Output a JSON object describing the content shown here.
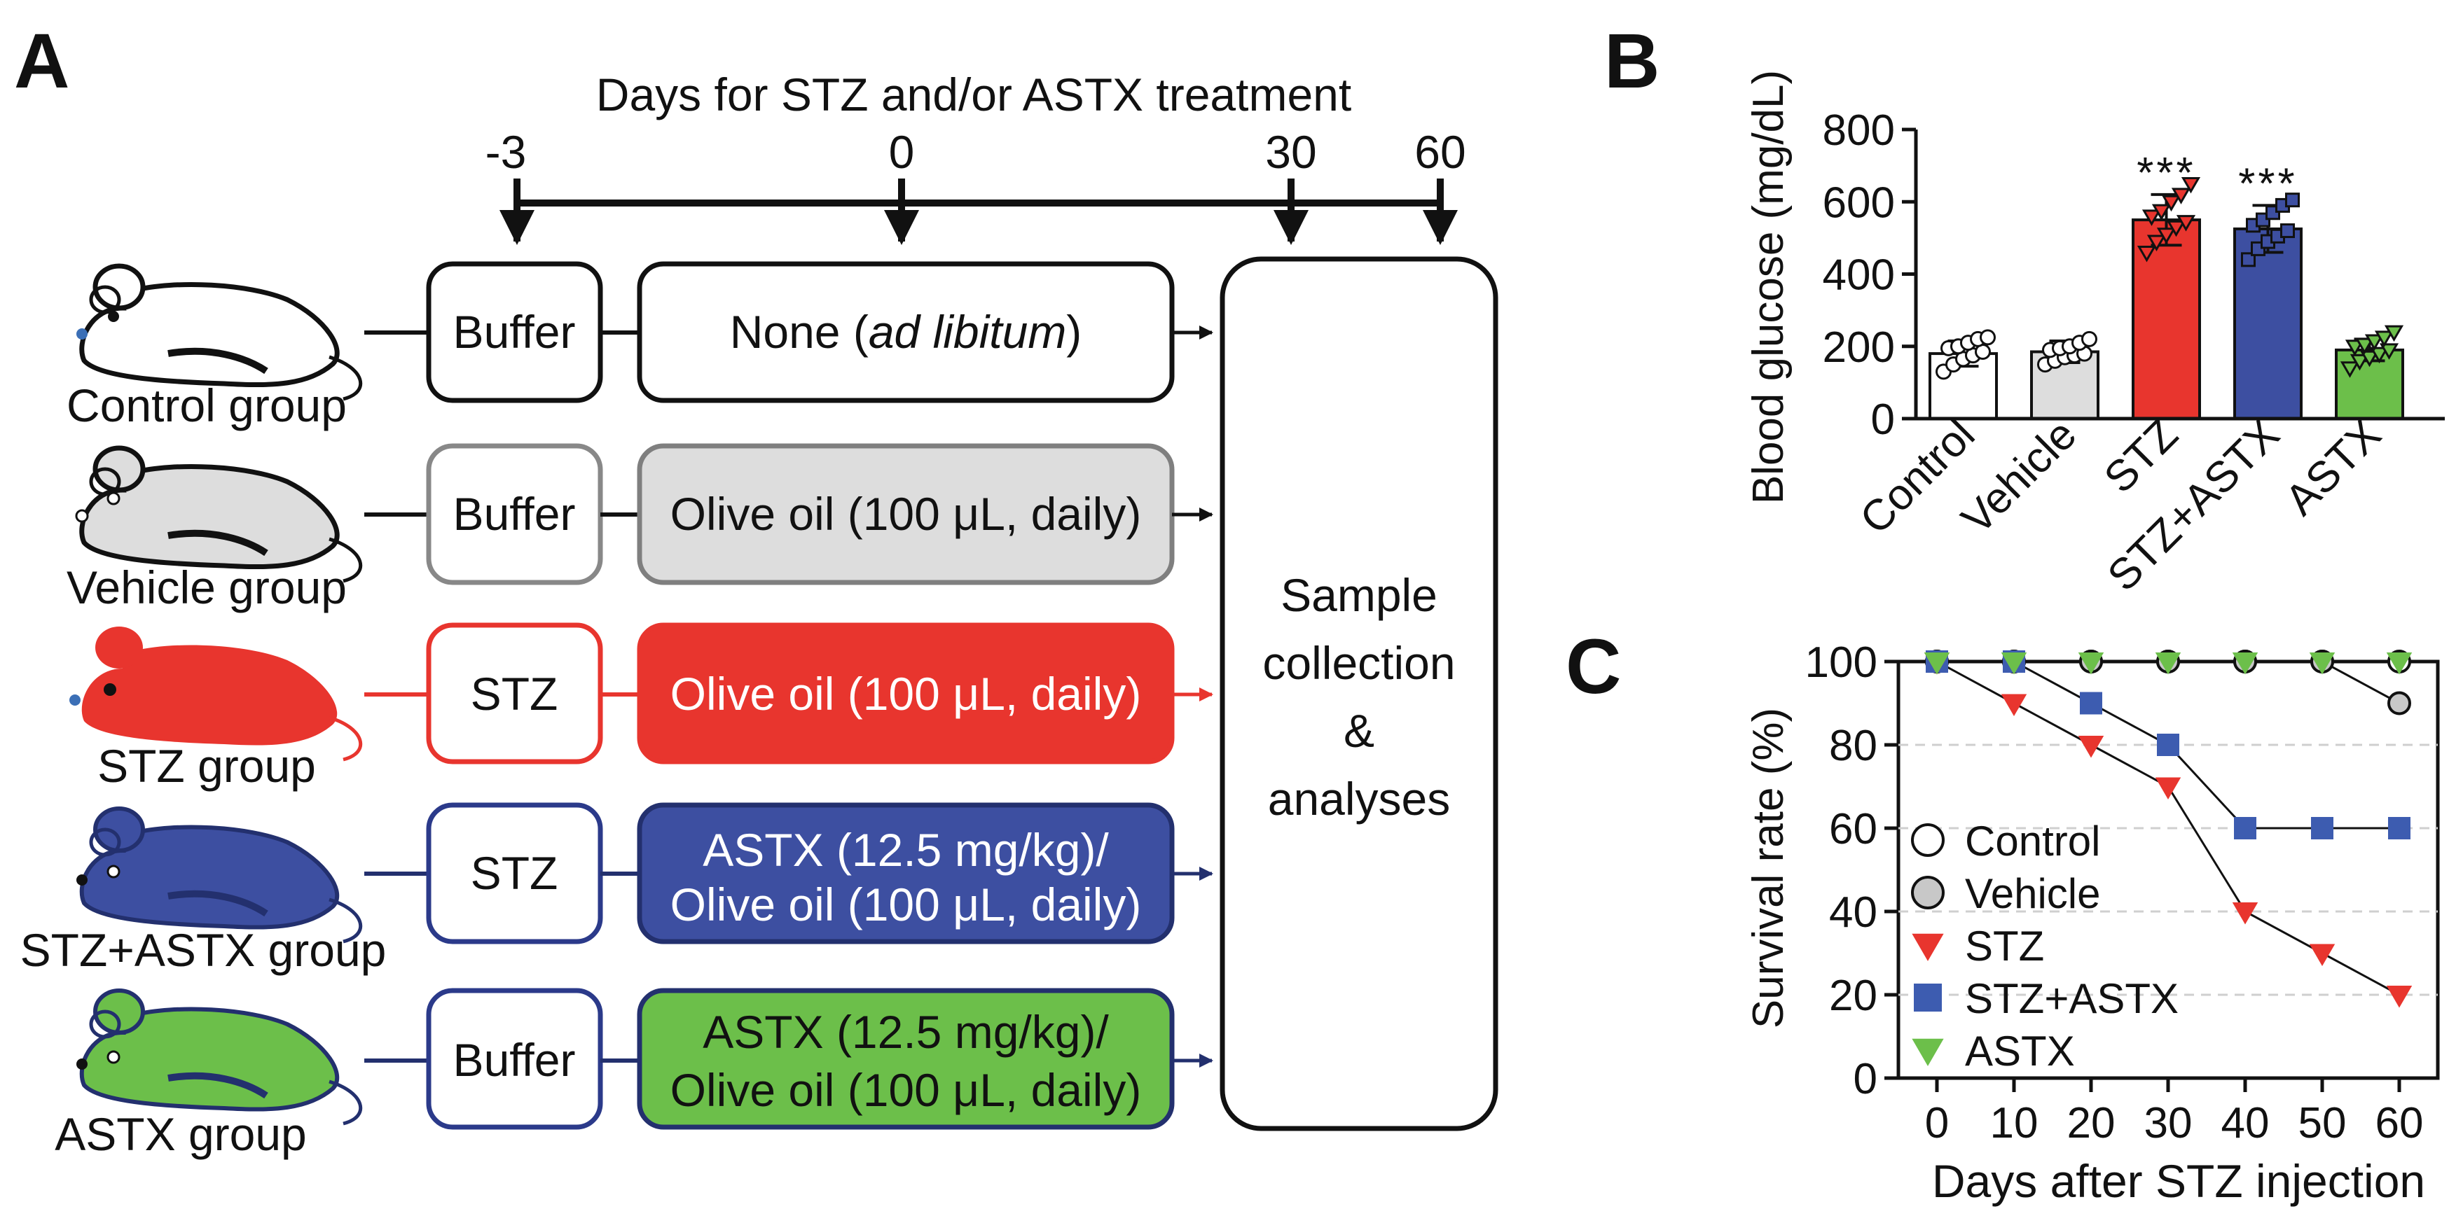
{
  "panels": {
    "a": "A",
    "b": "B",
    "c": "C"
  },
  "timeline": {
    "title": "Days for STZ and/or ASTX treatment",
    "ticks": [
      "-3",
      "0",
      "30",
      "60"
    ]
  },
  "groups": [
    {
      "label": "Control group",
      "pretreat": "Buffer",
      "treat_pre": "None (",
      "treat_em": "ad libitum",
      "treat_post": ")",
      "color": "#ffffff",
      "edge": "#111111",
      "pre_edge": "#111111",
      "mouse": "#ffffff"
    },
    {
      "label": "Vehicle group",
      "pretreat": "Buffer",
      "treat": "Olive oil (100 μL, daily)",
      "color": "#dddddd",
      "edge": "#7f7f7f",
      "pre_edge": "#888888",
      "mouse": "#dddddd"
    },
    {
      "label": "STZ group",
      "pretreat": "STZ",
      "treat": "Olive oil (100 μL, daily)",
      "color": "#e8352e",
      "edge": "#e8352e",
      "pre_edge": "#e8352e",
      "mouse": "#e8352e"
    },
    {
      "label": "STZ+ASTX group",
      "pretreat": "STZ",
      "treat_line1": "ASTX (12.5 mg/kg)/",
      "treat_line2": "Olive oil (100 μL, daily)",
      "color": "#3d4fa1",
      "edge": "#23306e",
      "pre_edge": "#2b3a8a",
      "mouse": "#3d4fa1"
    },
    {
      "label": "ASTX group",
      "pretreat": "Buffer",
      "treat_line1": "ASTX (12.5 mg/kg)/",
      "treat_line2": "Olive oil (100 μL, daily)",
      "color": "#6cbf4a",
      "edge": "#23306e",
      "pre_edge": "#2b3a8a",
      "mouse": "#6cbf4a"
    }
  ],
  "endpoint": {
    "line1": "Sample",
    "line2": "collection",
    "line3": "&",
    "line4": "analyses"
  },
  "chart_data": [
    {
      "type": "bar",
      "ylabel": "Blood glucose (mg/dL)",
      "categories": [
        "Control",
        "Vehicle",
        "STZ",
        "STZ+ASTX",
        "ASTX"
      ],
      "values": [
        180,
        185,
        550,
        525,
        190
      ],
      "errors": [
        35,
        30,
        70,
        65,
        30
      ],
      "significance": [
        "",
        "",
        "***",
        "***",
        ""
      ],
      "colors": [
        "#ffffff",
        "#dddddd",
        "#e8352e",
        "#3d4fa1",
        "#6cbf4a"
      ],
      "ylim": [
        0,
        800
      ],
      "yticks": [
        "0",
        "200",
        "400",
        "600",
        "800"
      ],
      "points": [
        [
          130,
          150,
          165,
          175,
          185,
          195,
          200,
          210,
          220,
          225
        ],
        [
          150,
          160,
          170,
          175,
          180,
          190,
          195,
          200,
          210,
          220
        ],
        [
          460,
          490,
          510,
          530,
          545,
          560,
          575,
          600,
          620,
          650
        ],
        [
          440,
          470,
          490,
          505,
          520,
          535,
          550,
          570,
          590,
          605
        ],
        [
          140,
          160,
          170,
          180,
          190,
          200,
          205,
          215,
          225,
          240
        ]
      ]
    },
    {
      "type": "line",
      "xlabel": "Days after STZ injection",
      "ylabel": "Survival rate (%)",
      "x": [
        0,
        10,
        20,
        30,
        40,
        50,
        60
      ],
      "xticks": [
        "0",
        "10",
        "20",
        "30",
        "40",
        "50",
        "60"
      ],
      "yticks": [
        "0",
        "20",
        "40",
        "60",
        "80",
        "100"
      ],
      "xlim": [
        -5,
        65
      ],
      "ylim": [
        0,
        100
      ],
      "grid": "horizontal dashed",
      "legend": "left",
      "series": [
        {
          "name": "Control",
          "values": [
            100,
            100,
            100,
            100,
            100,
            100,
            100
          ],
          "marker": "circle",
          "fill": "#ffffff"
        },
        {
          "name": "Vehicle",
          "values": [
            100,
            100,
            100,
            100,
            100,
            100,
            90
          ],
          "marker": "circle",
          "fill": "#c8c8c8"
        },
        {
          "name": "STZ",
          "values": [
            100,
            90,
            80,
            70,
            40,
            30,
            20
          ],
          "marker": "triangle-down",
          "fill": "#e8352e"
        },
        {
          "name": "STZ+ASTX",
          "values": [
            100,
            100,
            90,
            80,
            60,
            60,
            60
          ],
          "marker": "square",
          "fill": "#3d5cb0"
        },
        {
          "name": "ASTX",
          "values": [
            100,
            100,
            100,
            100,
            100,
            100,
            100
          ],
          "marker": "triangle-down",
          "fill": "#6cbf4a"
        }
      ]
    }
  ]
}
